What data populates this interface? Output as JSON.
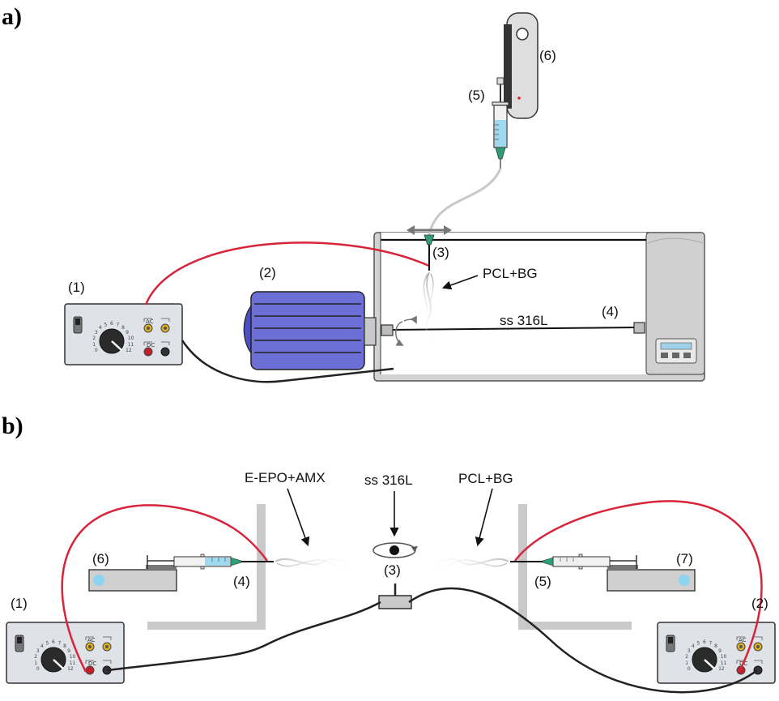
{
  "panel_a": {
    "panel_label": "a)",
    "labels": {
      "power_supply": "(1)",
      "motor": "(2)",
      "needle": "(3)",
      "collector": "(4)",
      "syringe": "(5)",
      "pump": "(6)",
      "fiber_material": "PCL+BG",
      "wire_material": "ss 316L"
    },
    "supply_terminals": {
      "ac": "AC",
      "dc": "DC"
    },
    "dial_numbers": [
      "0",
      "1",
      "2",
      "3",
      "4",
      "5",
      "6",
      "7",
      "8",
      "9",
      "10",
      "11",
      "12"
    ]
  },
  "panel_b": {
    "panel_label": "b)",
    "labels": {
      "left_supply": "(1)",
      "right_supply": "(2)",
      "collector": "(3)",
      "left_needle": "(4)",
      "right_needle": "(5)",
      "left_pump": "(6)",
      "right_pump": "(7)",
      "left_fiber_material": "E-EPO+AMX",
      "wire_material": "ss 316L",
      "right_fiber_material": "PCL+BG"
    },
    "supply_terminals": {
      "ac": "AC",
      "dc": "DC"
    }
  },
  "colors": {
    "hv_wire": "#d8243a",
    "ground_wire": "#222222",
    "motor_body": "#6b6fd6",
    "motor_dark": "#3f43a8",
    "device_face": "#dfe3e8",
    "frame_gray": "#c9c9c9",
    "pump_slot": "#8fd3f0",
    "syringe_liquid": "#9fd8ef",
    "needle_tip": "#2e9d78"
  },
  "icons": [
    "rotation-arrow-icon",
    "double-arrow-icon",
    "toggle-switch-icon",
    "knob-icon",
    "lcd-display-icon"
  ]
}
